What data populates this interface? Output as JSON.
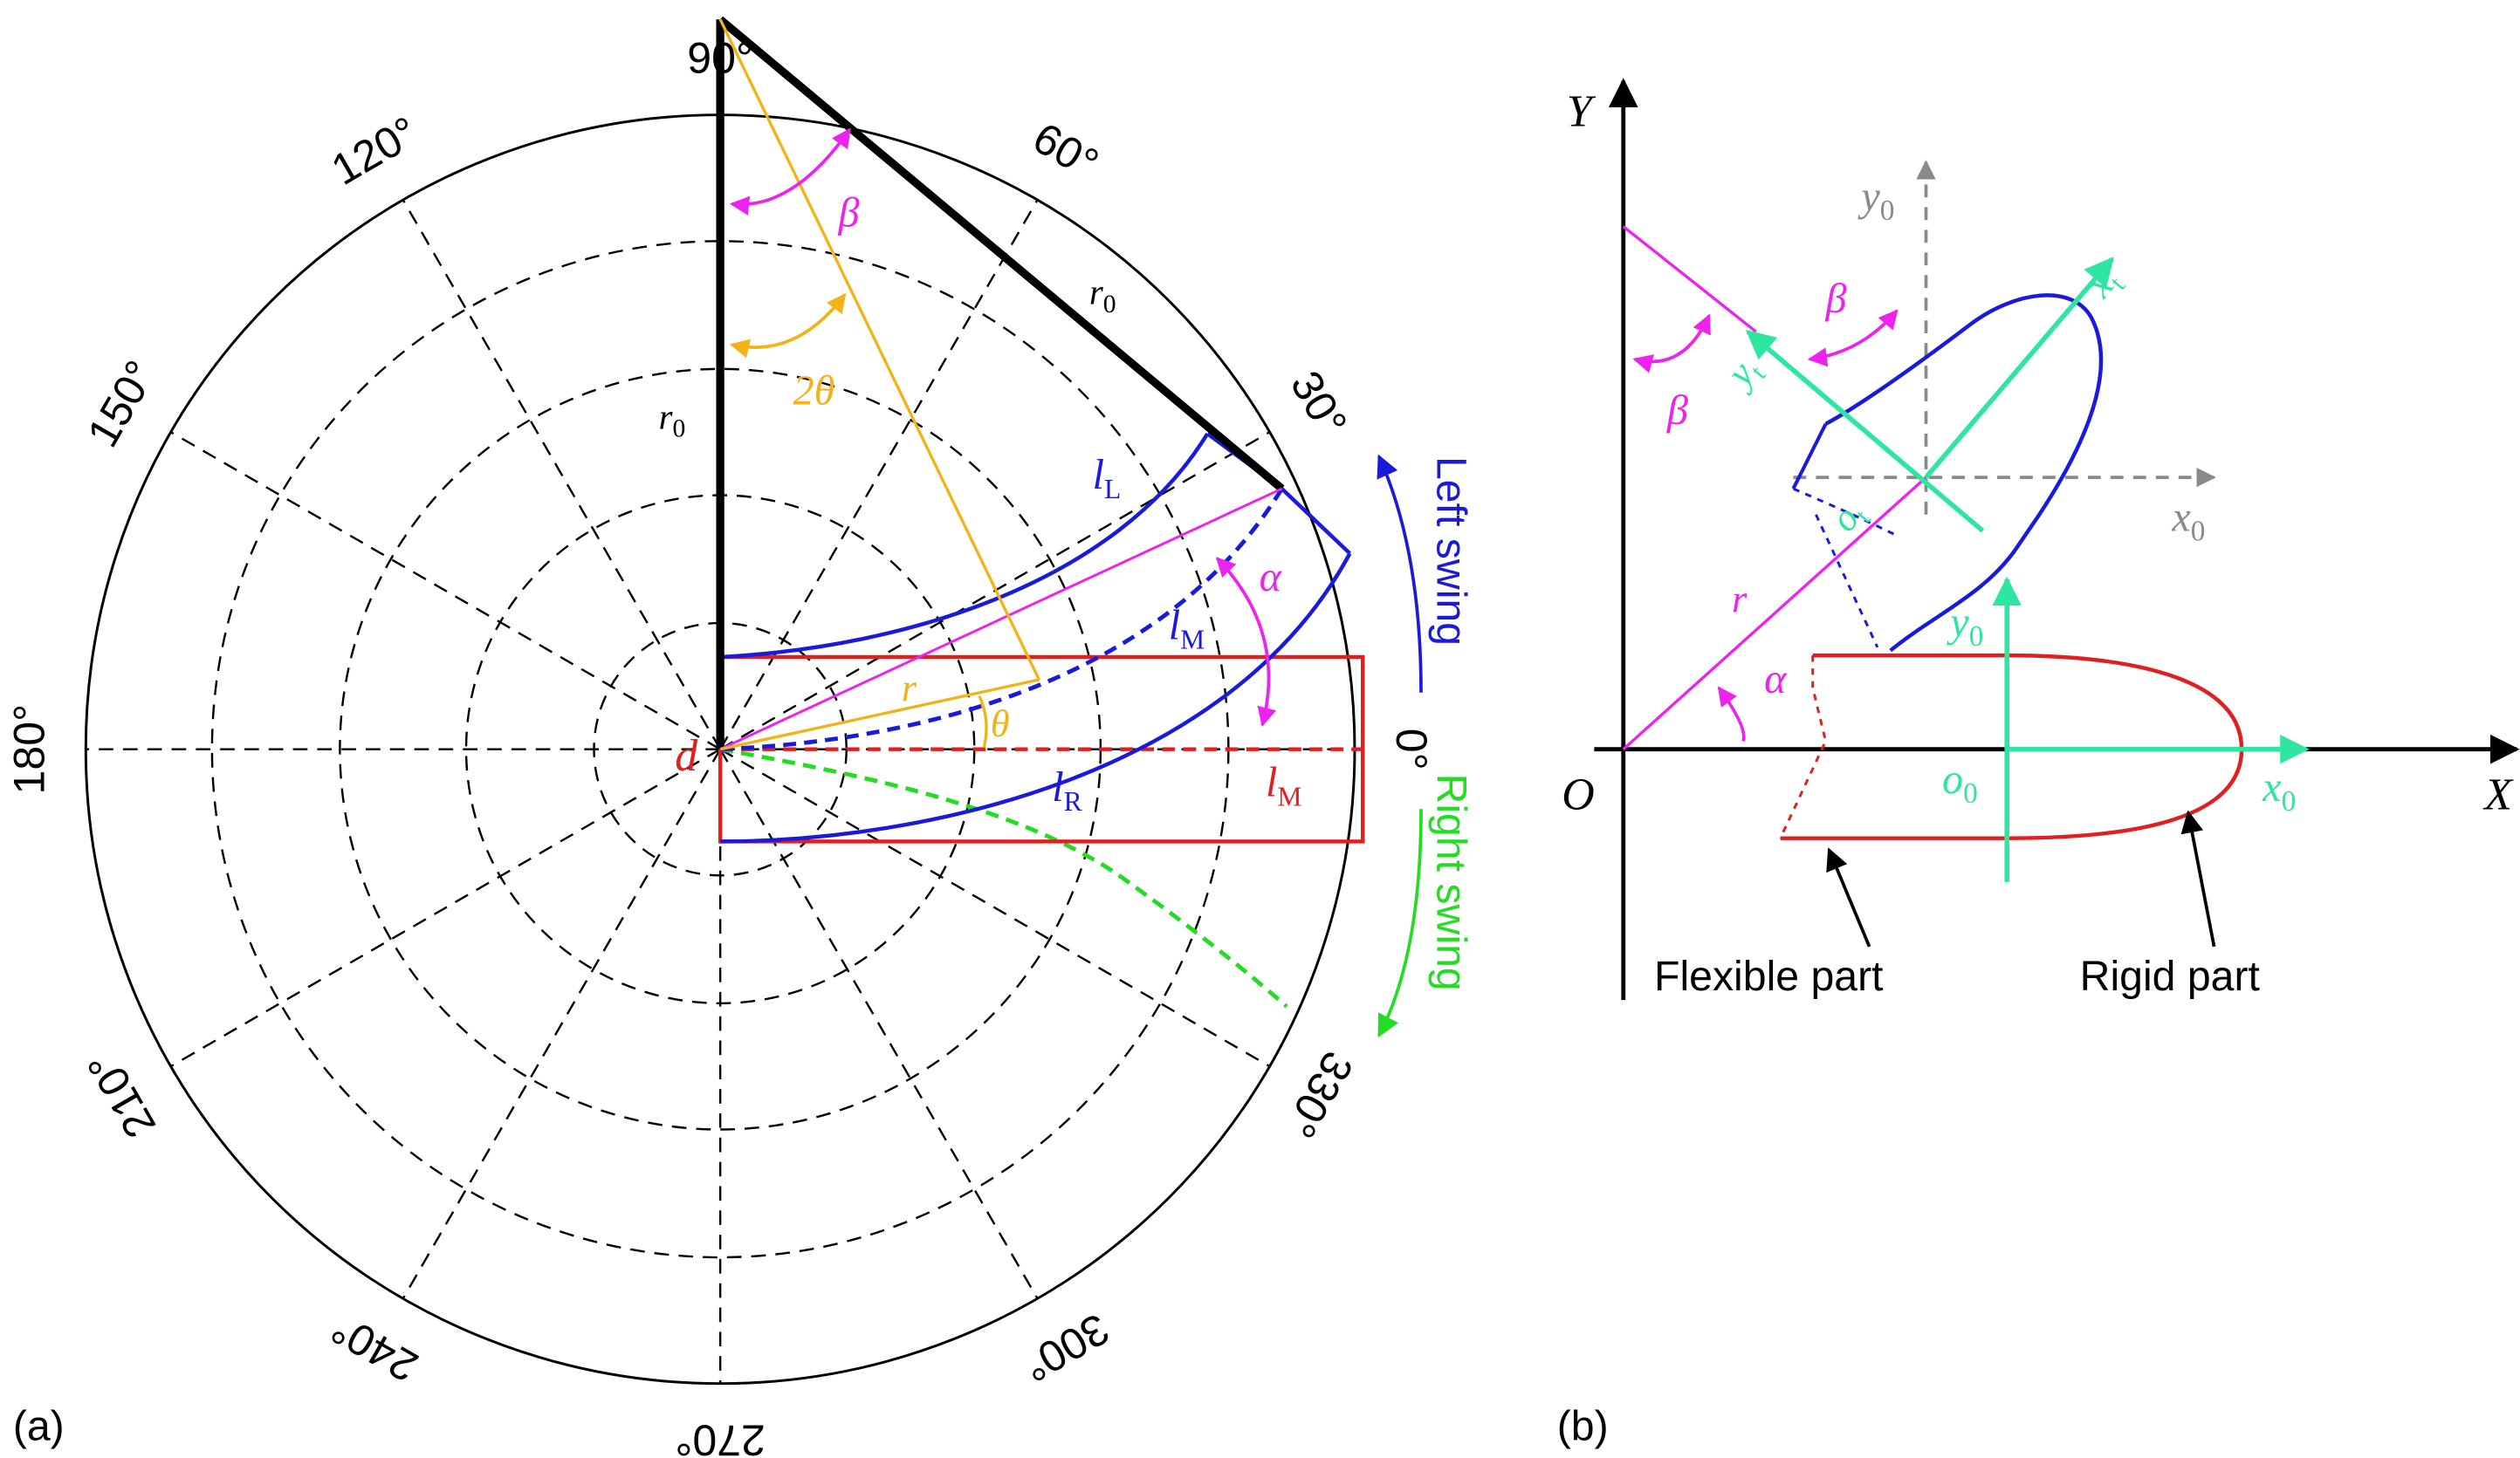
{
  "panel_a": {
    "label": "(a)",
    "angle_labels": [
      "0°",
      "30°",
      "60°",
      "90°",
      "120°",
      "150°",
      "180°",
      "210°",
      "240°",
      "270°",
      "300°",
      "330°"
    ],
    "sym_r0": "r",
    "sub_0": "0",
    "sym_beta": "β",
    "sym_2theta": "2θ",
    "sym_theta": "θ",
    "sym_alpha": "α",
    "sym_r": "r",
    "sym_d": "d",
    "sym_l": "l",
    "sub_L": "L",
    "sub_M": "M",
    "sub_R": "R",
    "left_swing": "Left swing",
    "right_swing": "Right swing",
    "colors": {
      "blue": "#1a1adb",
      "red": "#e02020",
      "green": "#22dd22",
      "magenta": "#ee22ee",
      "orange": "#f2b31a",
      "black": "#000000"
    }
  },
  "panel_b": {
    "label": "(b)",
    "axis_X": "X",
    "axis_Y": "Y",
    "origin_O": "O",
    "sym_x": "x",
    "sym_y": "y",
    "sym_o": "o",
    "sub_0": "0",
    "sub_t": "t",
    "sym_beta": "β",
    "sym_alpha": "α",
    "sym_r": "r",
    "flexible_part": "Flexible part",
    "rigid_part": "Rigid part",
    "colors": {
      "teal": "#2ee6a0",
      "gray": "#8a8a8a",
      "blue": "#1a1adb",
      "red": "#e02020",
      "magenta": "#ee22ee"
    }
  }
}
